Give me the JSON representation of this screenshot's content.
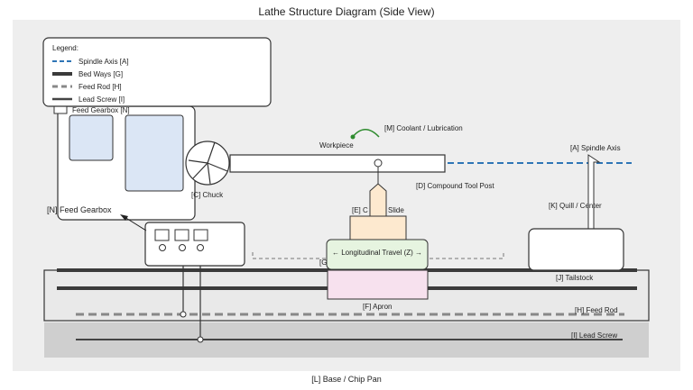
{
  "title": "Lathe Structure Diagram (Side View)",
  "legend": {
    "heading": "Legend:",
    "items": [
      {
        "label": "Spindle Axis [A]",
        "style": "dashed-blue"
      },
      {
        "label": "Bed Ways [G]",
        "style": "thick-dark"
      },
      {
        "label": "Feed Rod [H]",
        "style": "dashed-gray"
      },
      {
        "label": "Lead Screw [I]",
        "style": "solid-dark"
      }
    ]
  },
  "labels": {
    "feed_gearbox_top": "Feed Gearbox [N]",
    "feed_gearbox_arrow": "[N] Feed Gearbox",
    "chuck": "[C] Chuck",
    "workpiece": "Workpiece",
    "coolant": "[M] Coolant / Lubrication",
    "spindle_axis": "[A] Spindle Axis",
    "compound_tool_post": "[D] Compound Tool Post",
    "cross_slide_a": "[E] C",
    "cross_slide_b": "Slide",
    "quill": "[K] Quill / Center",
    "longitudinal_travel": "← Longitudinal Travel (Z) →",
    "carriage_partial": "[G",
    "tailstock": "[J] Tailstock",
    "apron": "[F] Apron",
    "feed_rod": "[H] Feed Rod",
    "lead_screw": "[I] Lead Screw",
    "base": "[L] Base / Chip Pan"
  },
  "colors": {
    "spindle_axis": "#2e75b6",
    "coolant": "#2e8b2e",
    "apron_fill": "#f7e1ee",
    "carriage_fill": "#fde9cf",
    "travel_fill": "#e6f4e0",
    "panel_fill": "#dbe6f5",
    "background": "#eeeeee"
  }
}
